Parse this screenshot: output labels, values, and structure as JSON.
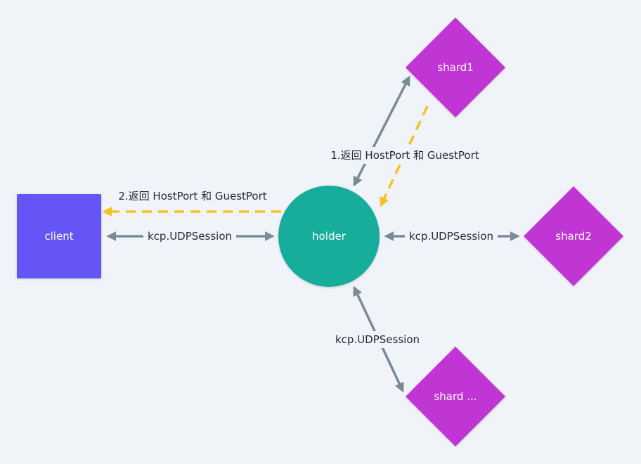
{
  "nodes": {
    "client": {
      "label": "client",
      "color": "#6655f5"
    },
    "holder": {
      "label": "holder",
      "color": "#19ad9b"
    },
    "shard1": {
      "label": "shard1",
      "color": "#c036d3"
    },
    "shard2": {
      "label": "shard2",
      "color": "#c036d3"
    },
    "shard_n": {
      "label": "shard ...",
      "color": "#c036d3"
    }
  },
  "edges": {
    "client_holder": {
      "label": "kcp.UDPSession"
    },
    "holder_shard2": {
      "label": "kcp.UDPSession"
    },
    "holder_shard_n": {
      "label": "kcp.UDPSession"
    },
    "shard1_holder_return": {
      "label": "1.返回 HostPort 和 GuestPort"
    },
    "holder_client_return": {
      "label": "2.返回 HostPort 和 GuestPort"
    }
  },
  "colors": {
    "connection": "#7b8a9a",
    "return_path": "#f5c125",
    "background": "#f0f4f8"
  }
}
